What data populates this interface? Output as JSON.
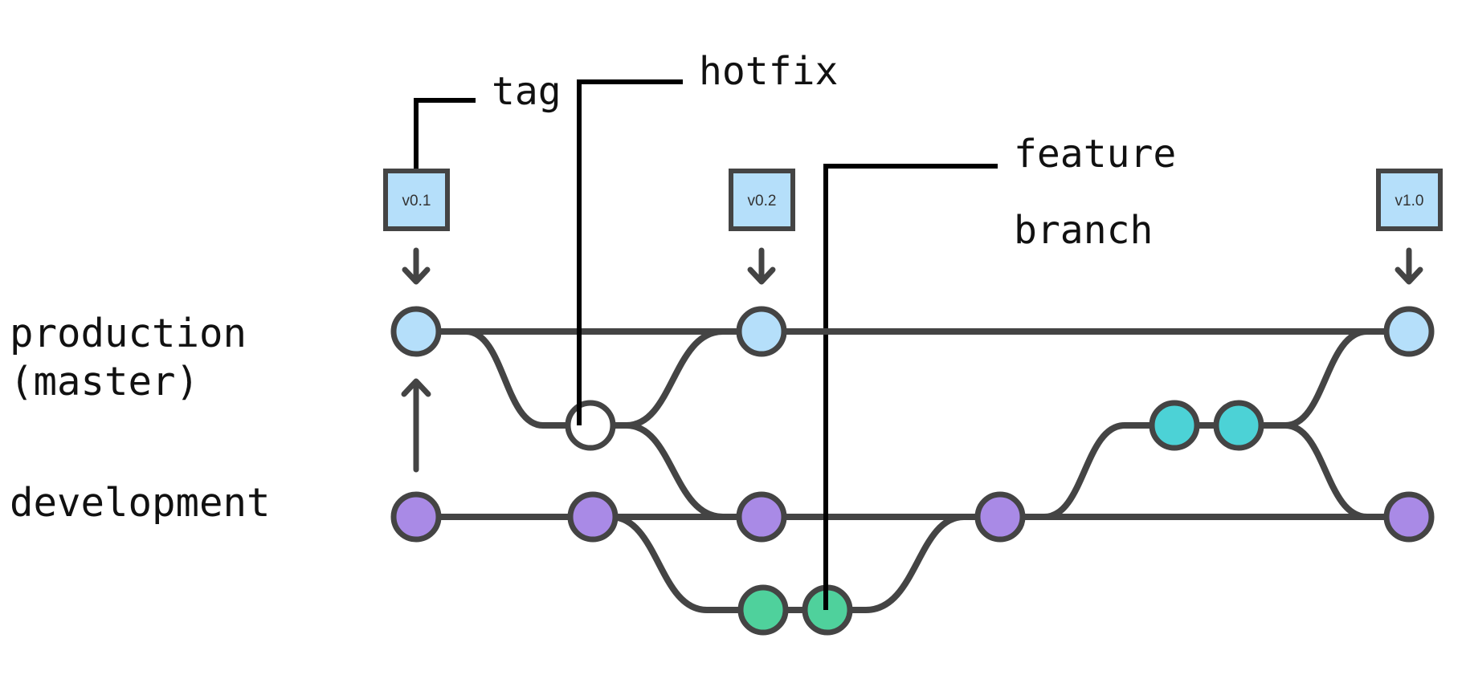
{
  "lanes": {
    "production": [
      "production",
      "(master)"
    ],
    "development": "development"
  },
  "callouts": {
    "tag": "tag",
    "hotfix": "hotfix",
    "feature": [
      "feature",
      "branch"
    ]
  },
  "tags": [
    {
      "label": "v0.1"
    },
    {
      "label": "v0.2"
    },
    {
      "label": "v1.0"
    }
  ],
  "colors": {
    "production": "#b5dffa",
    "development": "#a98ae6",
    "hotfix": "#ffffff",
    "feature_branch": "#4fd19c",
    "release": "#4cd2d6",
    "line": "#444444"
  },
  "commits": {
    "production": 3,
    "development": 5,
    "hotfix": 1,
    "feature_branch": 2,
    "release": 2
  }
}
